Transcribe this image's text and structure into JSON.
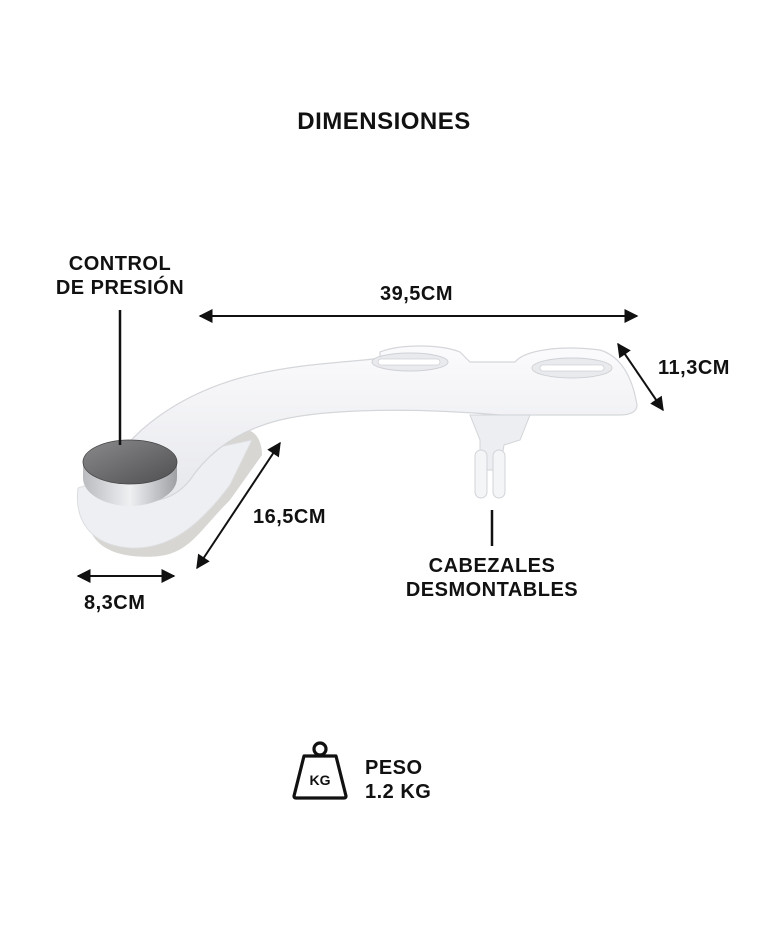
{
  "title": "DIMENSIONES",
  "labels": {
    "control_line1": "CONTROL",
    "control_line2": "DE PRESIÓN",
    "length": "39,5CM",
    "width_right": "11,3CM",
    "depth_arm": "16,5CM",
    "base_width": "8,3CM",
    "heads_line1": "CABEZALES",
    "heads_line2": "DESMONTABLES"
  },
  "weight": {
    "label": "PESO",
    "value": "1.2 KG",
    "icon_text": "KG",
    "icon": "weight-icon"
  },
  "colors": {
    "text": "#111111",
    "device_body": "#f1f2f5",
    "device_shadow": "#d8d6d2",
    "knob": "#6f6f72"
  }
}
